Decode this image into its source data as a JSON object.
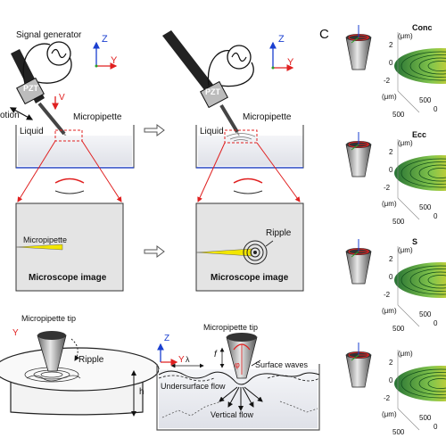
{
  "panel_a": {
    "signal_generator": "Signal generator",
    "pzt_left": "PZT",
    "pzt_right": "PZT",
    "v_label": "V",
    "motion_left": "otion",
    "micropipette_left": "Micropipette",
    "micropipette_right": "Micropipette",
    "liquid_left": "Liquid",
    "liquid_right": "Liquid",
    "axis_z_left": "Z",
    "axis_y_left": "Y",
    "axis_z_right": "Z",
    "axis_y_right": "Y",
    "micro_label_left": "Micropipette",
    "ripple_label": "Ripple",
    "microscope_left": "Microscope image",
    "microscope_right": "Microscope image"
  },
  "panel_b": {
    "tip_left": "Micropipette tip",
    "ripple": "Ripple",
    "h": "h",
    "y_frag": "Y",
    "tip_right": "Micropipette tip",
    "axis_z": "Z",
    "axis_y": "Y",
    "lambda": "λ",
    "f": "f",
    "phi": "φ",
    "surface_waves": "Surface waves",
    "undersurface": "Undersurface flow",
    "vertical": "Vertical flow"
  },
  "panel_c": {
    "letter": "C",
    "rows": [
      {
        "title": "Conc",
        "z_unit": "(μm)",
        "t2": "2",
        "t0": "0",
        "tm2": "-2",
        "x_unit": "(μm)",
        "x500": "500",
        "x0": "0",
        "y500": "500"
      },
      {
        "title": "Ecc",
        "z_unit": "(μm)",
        "t2": "2",
        "t0": "0",
        "tm2": "-2",
        "x_unit": "(μm)",
        "x500": "500",
        "x0": "0",
        "y500": "500"
      },
      {
        "title": "S",
        "z_unit": "(μm)",
        "t2": "2",
        "t0": "0",
        "tm2": "-2",
        "x_unit": "(μm)",
        "x500": "500",
        "x0": "0",
        "y500": "500"
      },
      {
        "title": "",
        "z_unit": "(μm)",
        "t2": "2",
        "t0": "0",
        "tm2": "-2",
        "x_unit": "(μm)",
        "x500": "500",
        "x0": "0",
        "y500": "500"
      }
    ]
  },
  "colors": {
    "red": "#e02020",
    "blue": "#1a3fd0",
    "green": "#2aa02a",
    "yellow": "#f2e600",
    "liquid": "#e6e8ee"
  }
}
